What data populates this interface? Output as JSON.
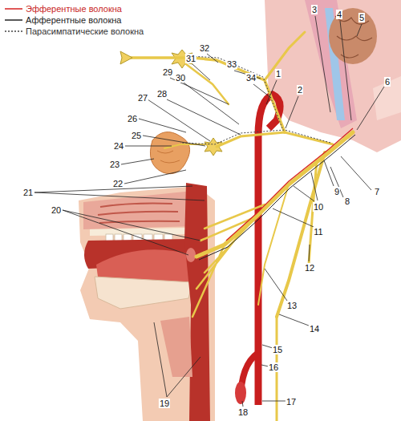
{
  "diagram": {
    "labels": [
      "1",
      "2",
      "3",
      "4",
      "5",
      "6",
      "7",
      "8",
      "9",
      "10",
      "11",
      "12",
      "13",
      "14",
      "15",
      "16",
      "17",
      "18",
      "19",
      "20",
      "21",
      "22",
      "23",
      "24",
      "25",
      "26",
      "27",
      "28",
      "29",
      "30",
      "31",
      "32",
      "33",
      "34"
    ],
    "legend": [
      {
        "text": "Эфферентные волокна"
      },
      {
        "text": "Афферентные волокна"
      },
      {
        "text": "Парасимпатические волокна"
      }
    ]
  }
}
